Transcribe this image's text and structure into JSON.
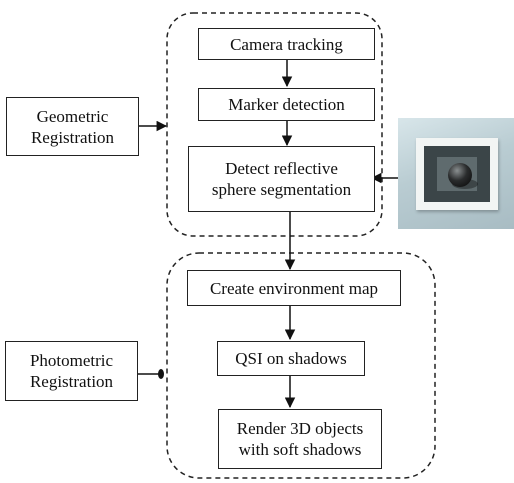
{
  "boxes": {
    "camera_tracking": "Camera tracking",
    "marker_detection": "Marker detection",
    "detect_reflective": "Detect reflective\nsphere segmentation",
    "create_env_map": "Create environment map",
    "qsi_shadows": "QSI on shadows",
    "render_3d": "Render 3D objects\nwith soft shadows",
    "geometric_registration": "Geometric\nRegistration",
    "photometric_registration": "Photometric\nRegistration"
  },
  "images": {
    "marker_photo": "reflective-sphere-on-marker-photo"
  }
}
